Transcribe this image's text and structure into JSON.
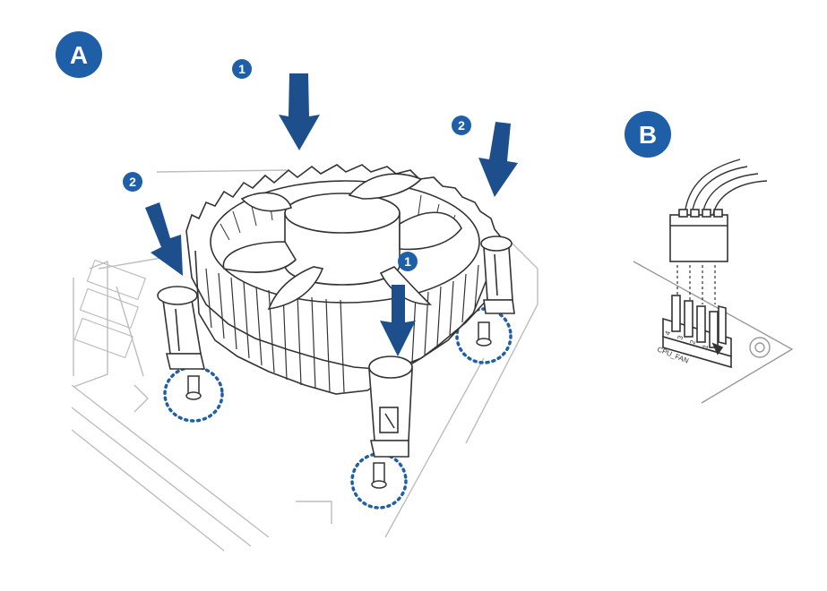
{
  "panels": {
    "a": {
      "letter": "A"
    },
    "b": {
      "letter": "B"
    }
  },
  "steps": {
    "step1_top": "1",
    "step1_front": "1",
    "step2_left": "2",
    "step2_right": "2"
  },
  "connector": {
    "header_label": "CPU_FAN",
    "pins": [
      "4",
      "3",
      "2",
      "1"
    ]
  },
  "colors": {
    "badge": "#1f5fa8",
    "arrow": "#1c4f8c",
    "dotted_ring": "#1f5fa8",
    "line": "#333333",
    "board_line": "#bdbdbd"
  }
}
